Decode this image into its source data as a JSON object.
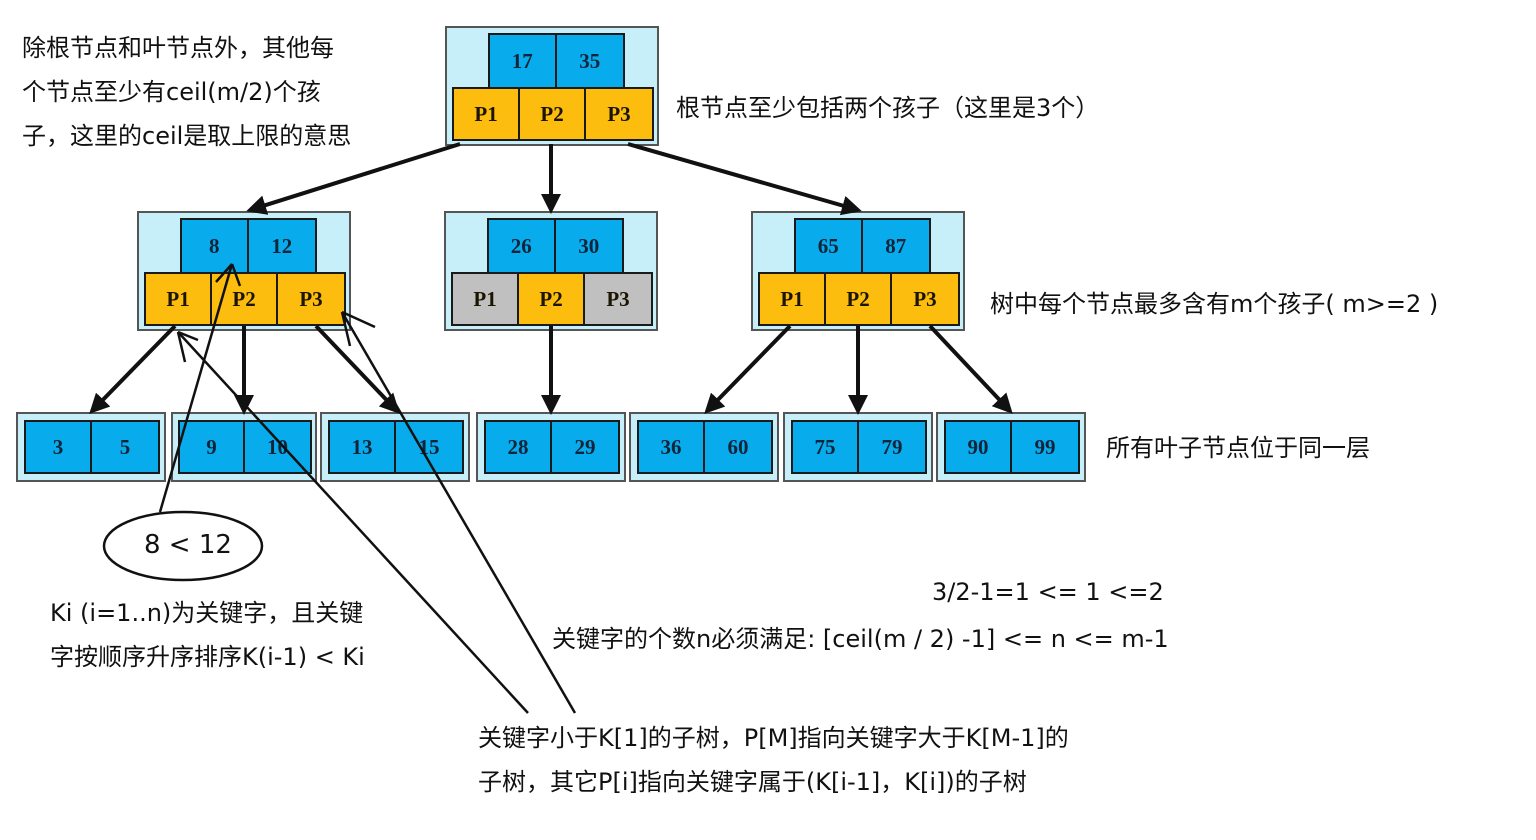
{
  "tree": {
    "root": {
      "keys": [
        "17",
        "35"
      ],
      "pointers": [
        {
          "label": "P1",
          "active": true
        },
        {
          "label": "P2",
          "active": true
        },
        {
          "label": "P3",
          "active": true
        }
      ]
    },
    "internal": [
      {
        "keys": [
          "8",
          "12"
        ],
        "pointers": [
          {
            "label": "P1",
            "active": true
          },
          {
            "label": "P2",
            "active": true
          },
          {
            "label": "P3",
            "active": true
          }
        ]
      },
      {
        "keys": [
          "26",
          "30"
        ],
        "pointers": [
          {
            "label": "P1",
            "active": false
          },
          {
            "label": "P2",
            "active": true
          },
          {
            "label": "P3",
            "active": false
          }
        ]
      },
      {
        "keys": [
          "65",
          "87"
        ],
        "pointers": [
          {
            "label": "P1",
            "active": true
          },
          {
            "label": "P2",
            "active": true
          },
          {
            "label": "P3",
            "active": true
          }
        ]
      }
    ],
    "leaves": [
      {
        "keys": [
          "3",
          "5"
        ]
      },
      {
        "keys": [
          "9",
          "10"
        ]
      },
      {
        "keys": [
          "13",
          "15"
        ]
      },
      {
        "keys": [
          "28",
          "29"
        ]
      },
      {
        "keys": [
          "36",
          "60"
        ]
      },
      {
        "keys": [
          "75",
          "79"
        ]
      },
      {
        "keys": [
          "90",
          "99"
        ]
      }
    ]
  },
  "colors": {
    "key_fill": "#08acec",
    "pointer_fill": "#fdbd0e",
    "pointer_inactive_fill": "#c0c0c0",
    "node_background": "#c6effa"
  },
  "annotations": {
    "non_root_min_children": [
      "除根节点和叶节点外，其他每",
      "个节点至少有ceil(m/2)个孩",
      "子，这里的ceil是取上限的意思"
    ],
    "root_min_children": "根节点至少包括两个孩子（这里是3个）",
    "max_children": "树中每个节点最多含有m个孩子( m>=2 )",
    "leaves_same_level": "所有叶子节点位于同一层",
    "key_order_example": "8 < 12",
    "key_definition": [
      "Ki (i=1..n)为关键字，且关键",
      "字按顺序升序排序K(i-1) <  Ki"
    ],
    "key_count_example": "3/2-1=1 <= 1 <=2",
    "key_count_rule": "关键字的个数n必须满足: [ceil(m / 2) -1] <= n <= m-1",
    "pointer_definition": [
      "关键字小于K[1]的子树，P[M]指向关键字大于K[M-1]的",
      "子树，其它P[i]指向关键字属于(K[i-1]，K[i])的子树"
    ]
  }
}
